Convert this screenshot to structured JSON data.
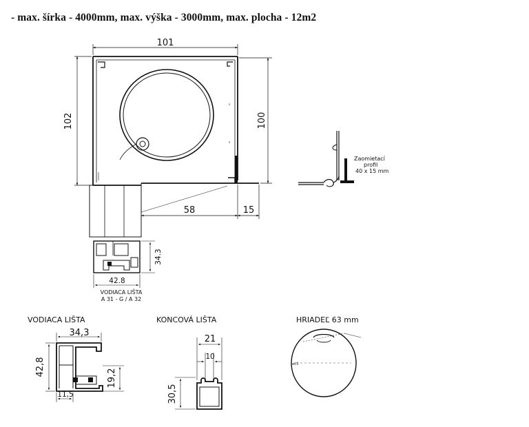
{
  "header": {
    "text": "- max. šírka - 4000mm, max. výška - 3000mm, max. plocha - 12m2"
  },
  "box_drawing": {
    "dim_width": "101",
    "dim_height_left": "102",
    "dim_height_right": "100",
    "dim_bottom_depth": "58",
    "dim_bottom_lip": "15"
  },
  "plaster_profile": {
    "label_line1": "Zaomietací",
    "label_line2": "profil",
    "label_line3": "40 x 15 mm"
  },
  "rail_small": {
    "dim_width": "42.8",
    "dim_height": "34.3",
    "label_line1": "VODIACA LIŠTA",
    "label_line2": "A 31 - G / A 32"
  },
  "guide_rail": {
    "title": "VODIACA LIŠTA",
    "dim_top": "34,3",
    "dim_left": "42,8",
    "dim_right": "19,2",
    "dim_bottom": "11,5"
  },
  "end_rail": {
    "title": "KONCOVÁ LIŠTA",
    "dim_outer": "21",
    "dim_inner": "10",
    "dim_height": "30,5"
  },
  "shaft": {
    "title": "HRIADEĽ 63 mm",
    "dim_diameter": "ø63"
  }
}
